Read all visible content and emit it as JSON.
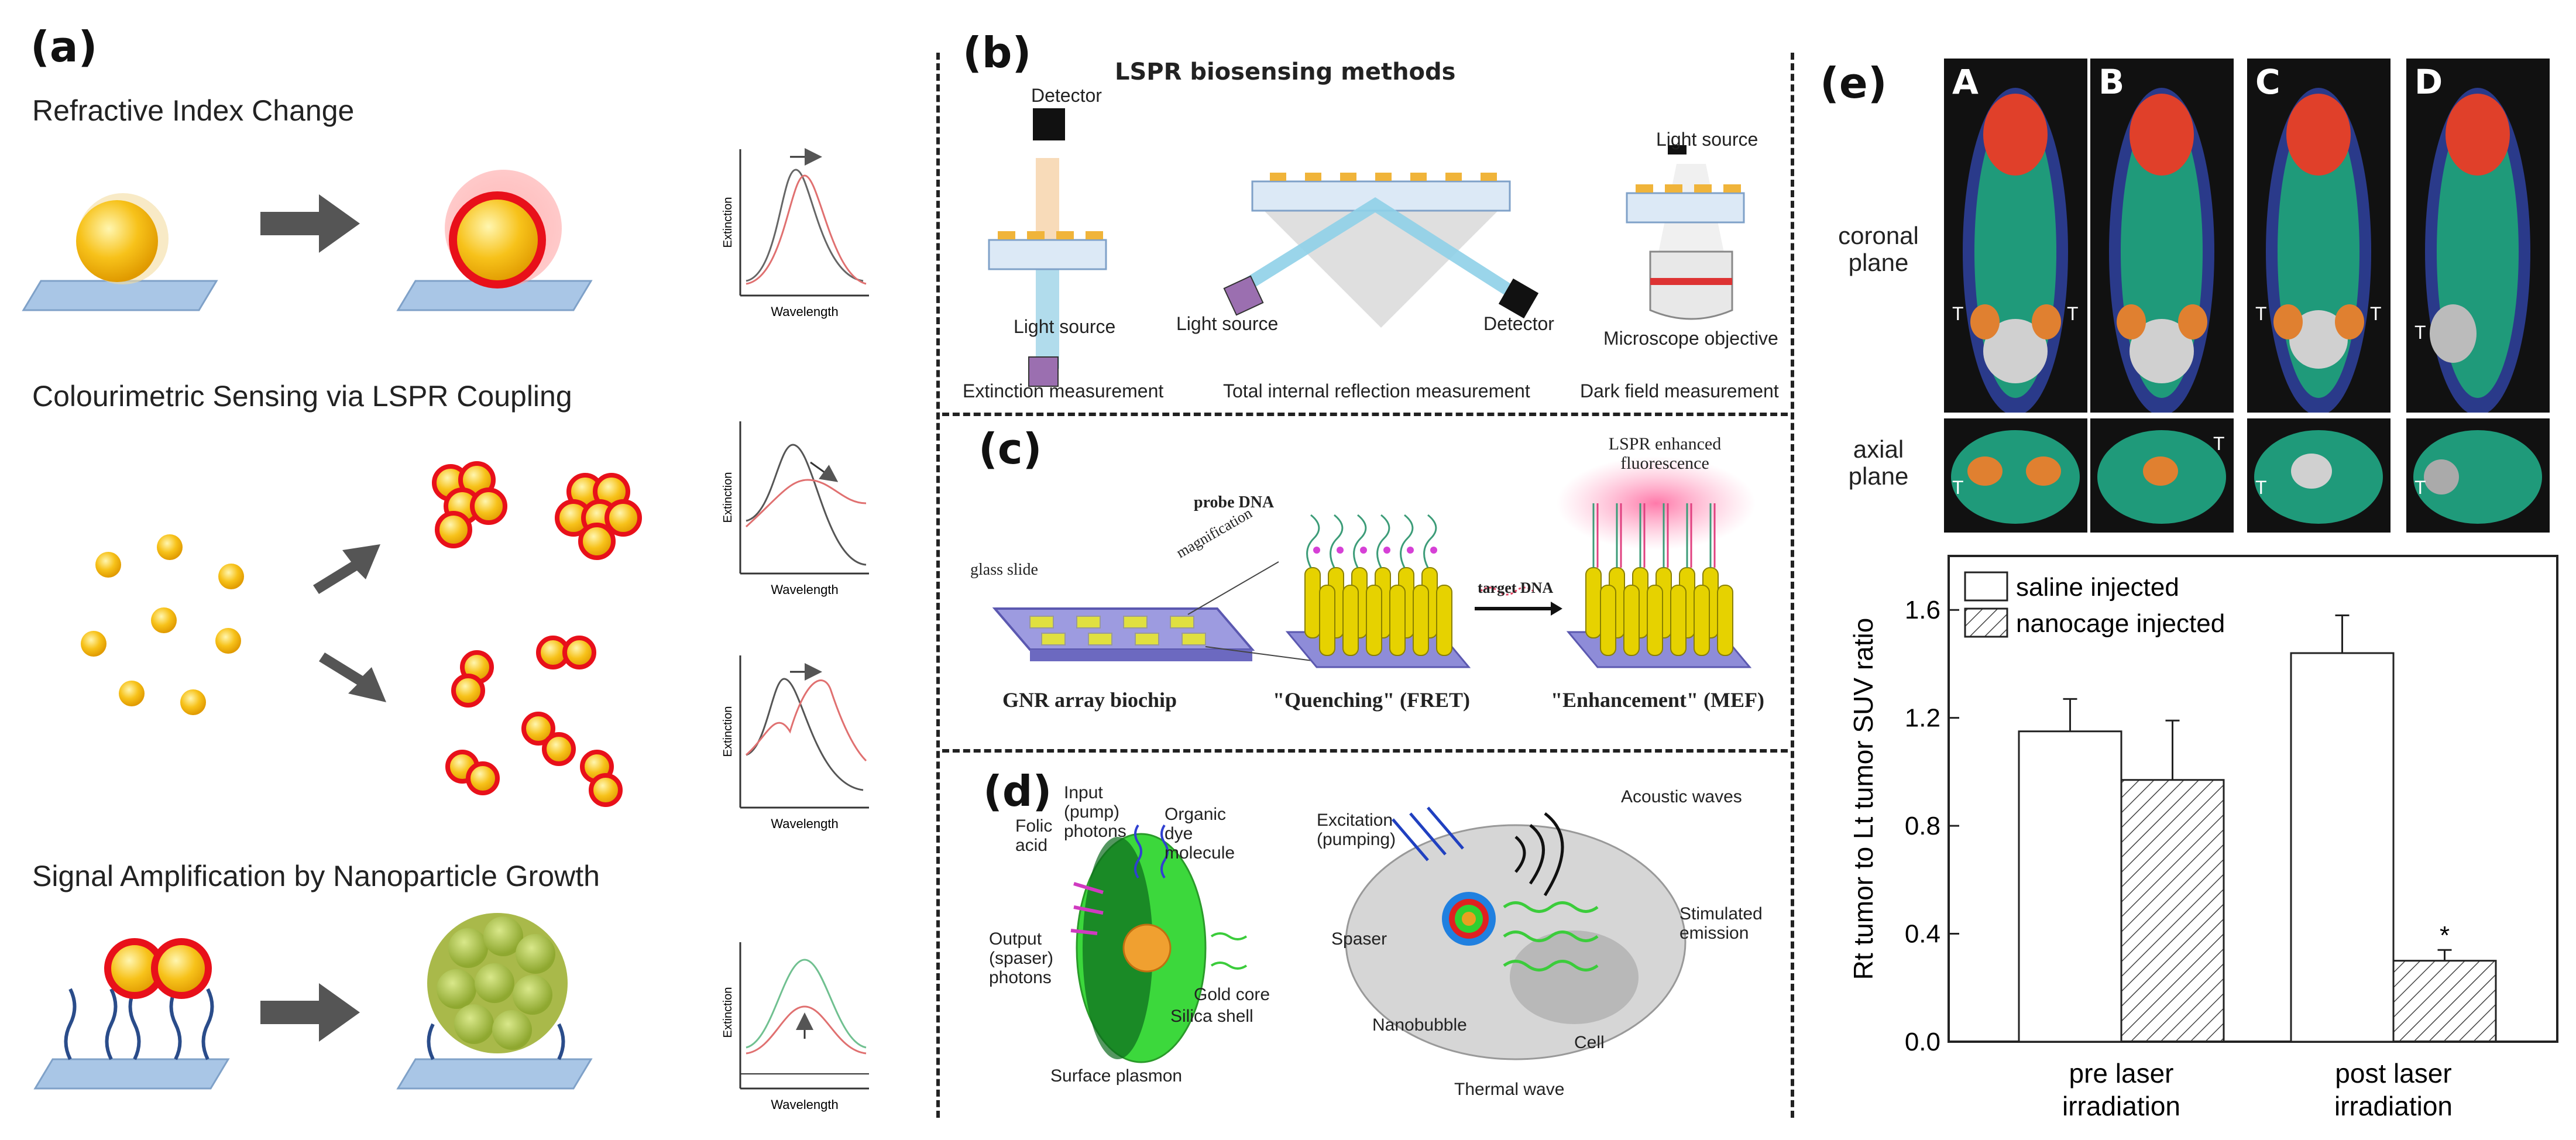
{
  "panels": {
    "a": {
      "letter": "(a)",
      "headings": [
        "Refractive Index Change",
        "Colourimetric Sensing via LSPR Coupling",
        "Signal Amplification by Nanoparticle Growth"
      ],
      "mini_axis": {
        "ylabel": "Extinction",
        "xlabel": "Wavelength"
      }
    },
    "b": {
      "letter": "(b)",
      "title": "LSPR biosensing methods",
      "labels": {
        "detector_top": "Detector",
        "light_source_left": "Light source",
        "light_source_mid": "Light source",
        "detector_mid": "Detector",
        "light_source_right": "Light source",
        "objective": "Microscope objective"
      },
      "captions": [
        "Extinction measurement",
        "Total internal reflection measurement",
        "Dark field measurement"
      ]
    },
    "c": {
      "letter": "(c)",
      "labels": {
        "glass_slide": "glass slide",
        "magnification": "magnification",
        "probe_dna": "probe DNA",
        "target_dna": "target DNA",
        "lspr": "LSPR enhanced fluorescence",
        "biochip": "GNR array biochip",
        "quenching": "\"Quenching\" (FRET)",
        "enhancement": "\"Enhancement\" (MEF)"
      }
    },
    "d": {
      "letter": "(d)",
      "labels": {
        "input": "Input (pump) photons",
        "folic": "Folic acid",
        "organic": "Organic dye molecule",
        "output": "Output (spaser) photons",
        "spaser": "Spaser",
        "gold": "Gold core",
        "silica": "Silica shell",
        "surface": "Surface plasmon",
        "excitation": "Excitation (pumping)",
        "acoustic": "Acoustic waves",
        "stimulated": "Stimulated emission",
        "nanobubble": "Nanobubble",
        "cell": "Cell",
        "thermal": "Thermal wave"
      }
    },
    "e": {
      "letter": "(e)",
      "scan_letters": [
        "A",
        "B",
        "C",
        "D"
      ],
      "row_labels": [
        "coronal plane",
        "axial plane"
      ],
      "tumor_marker": "T"
    }
  },
  "colors": {
    "bar_outline": "#222222",
    "bar_fill": "#ffffff",
    "gold": "#f5b800",
    "red_ring": "#e8101a",
    "substrate": "#a9c6e6"
  },
  "chart_data": {
    "type": "bar",
    "categories": [
      "pre laser irradiation",
      "post laser irradiation"
    ],
    "category_lines": [
      [
        "pre laser",
        "irradiation"
      ],
      [
        "post laser",
        "irradiation"
      ]
    ],
    "series": [
      {
        "name": "saline injected",
        "values": [
          1.15,
          1.44
        ],
        "errors": [
          0.12,
          0.14
        ],
        "pattern": "open"
      },
      {
        "name": "nanocage injected",
        "values": [
          0.97,
          0.3
        ],
        "errors": [
          0.22,
          0.04
        ],
        "pattern": "hatched"
      }
    ],
    "ylabel": "Rt tumor to Lt tumor SUV ratio",
    "ylim": [
      0.0,
      1.8
    ],
    "yticks": [
      "0.0",
      "0.4",
      "0.8",
      "1.2",
      "1.6"
    ],
    "significance": "*",
    "legend": "top-left"
  }
}
